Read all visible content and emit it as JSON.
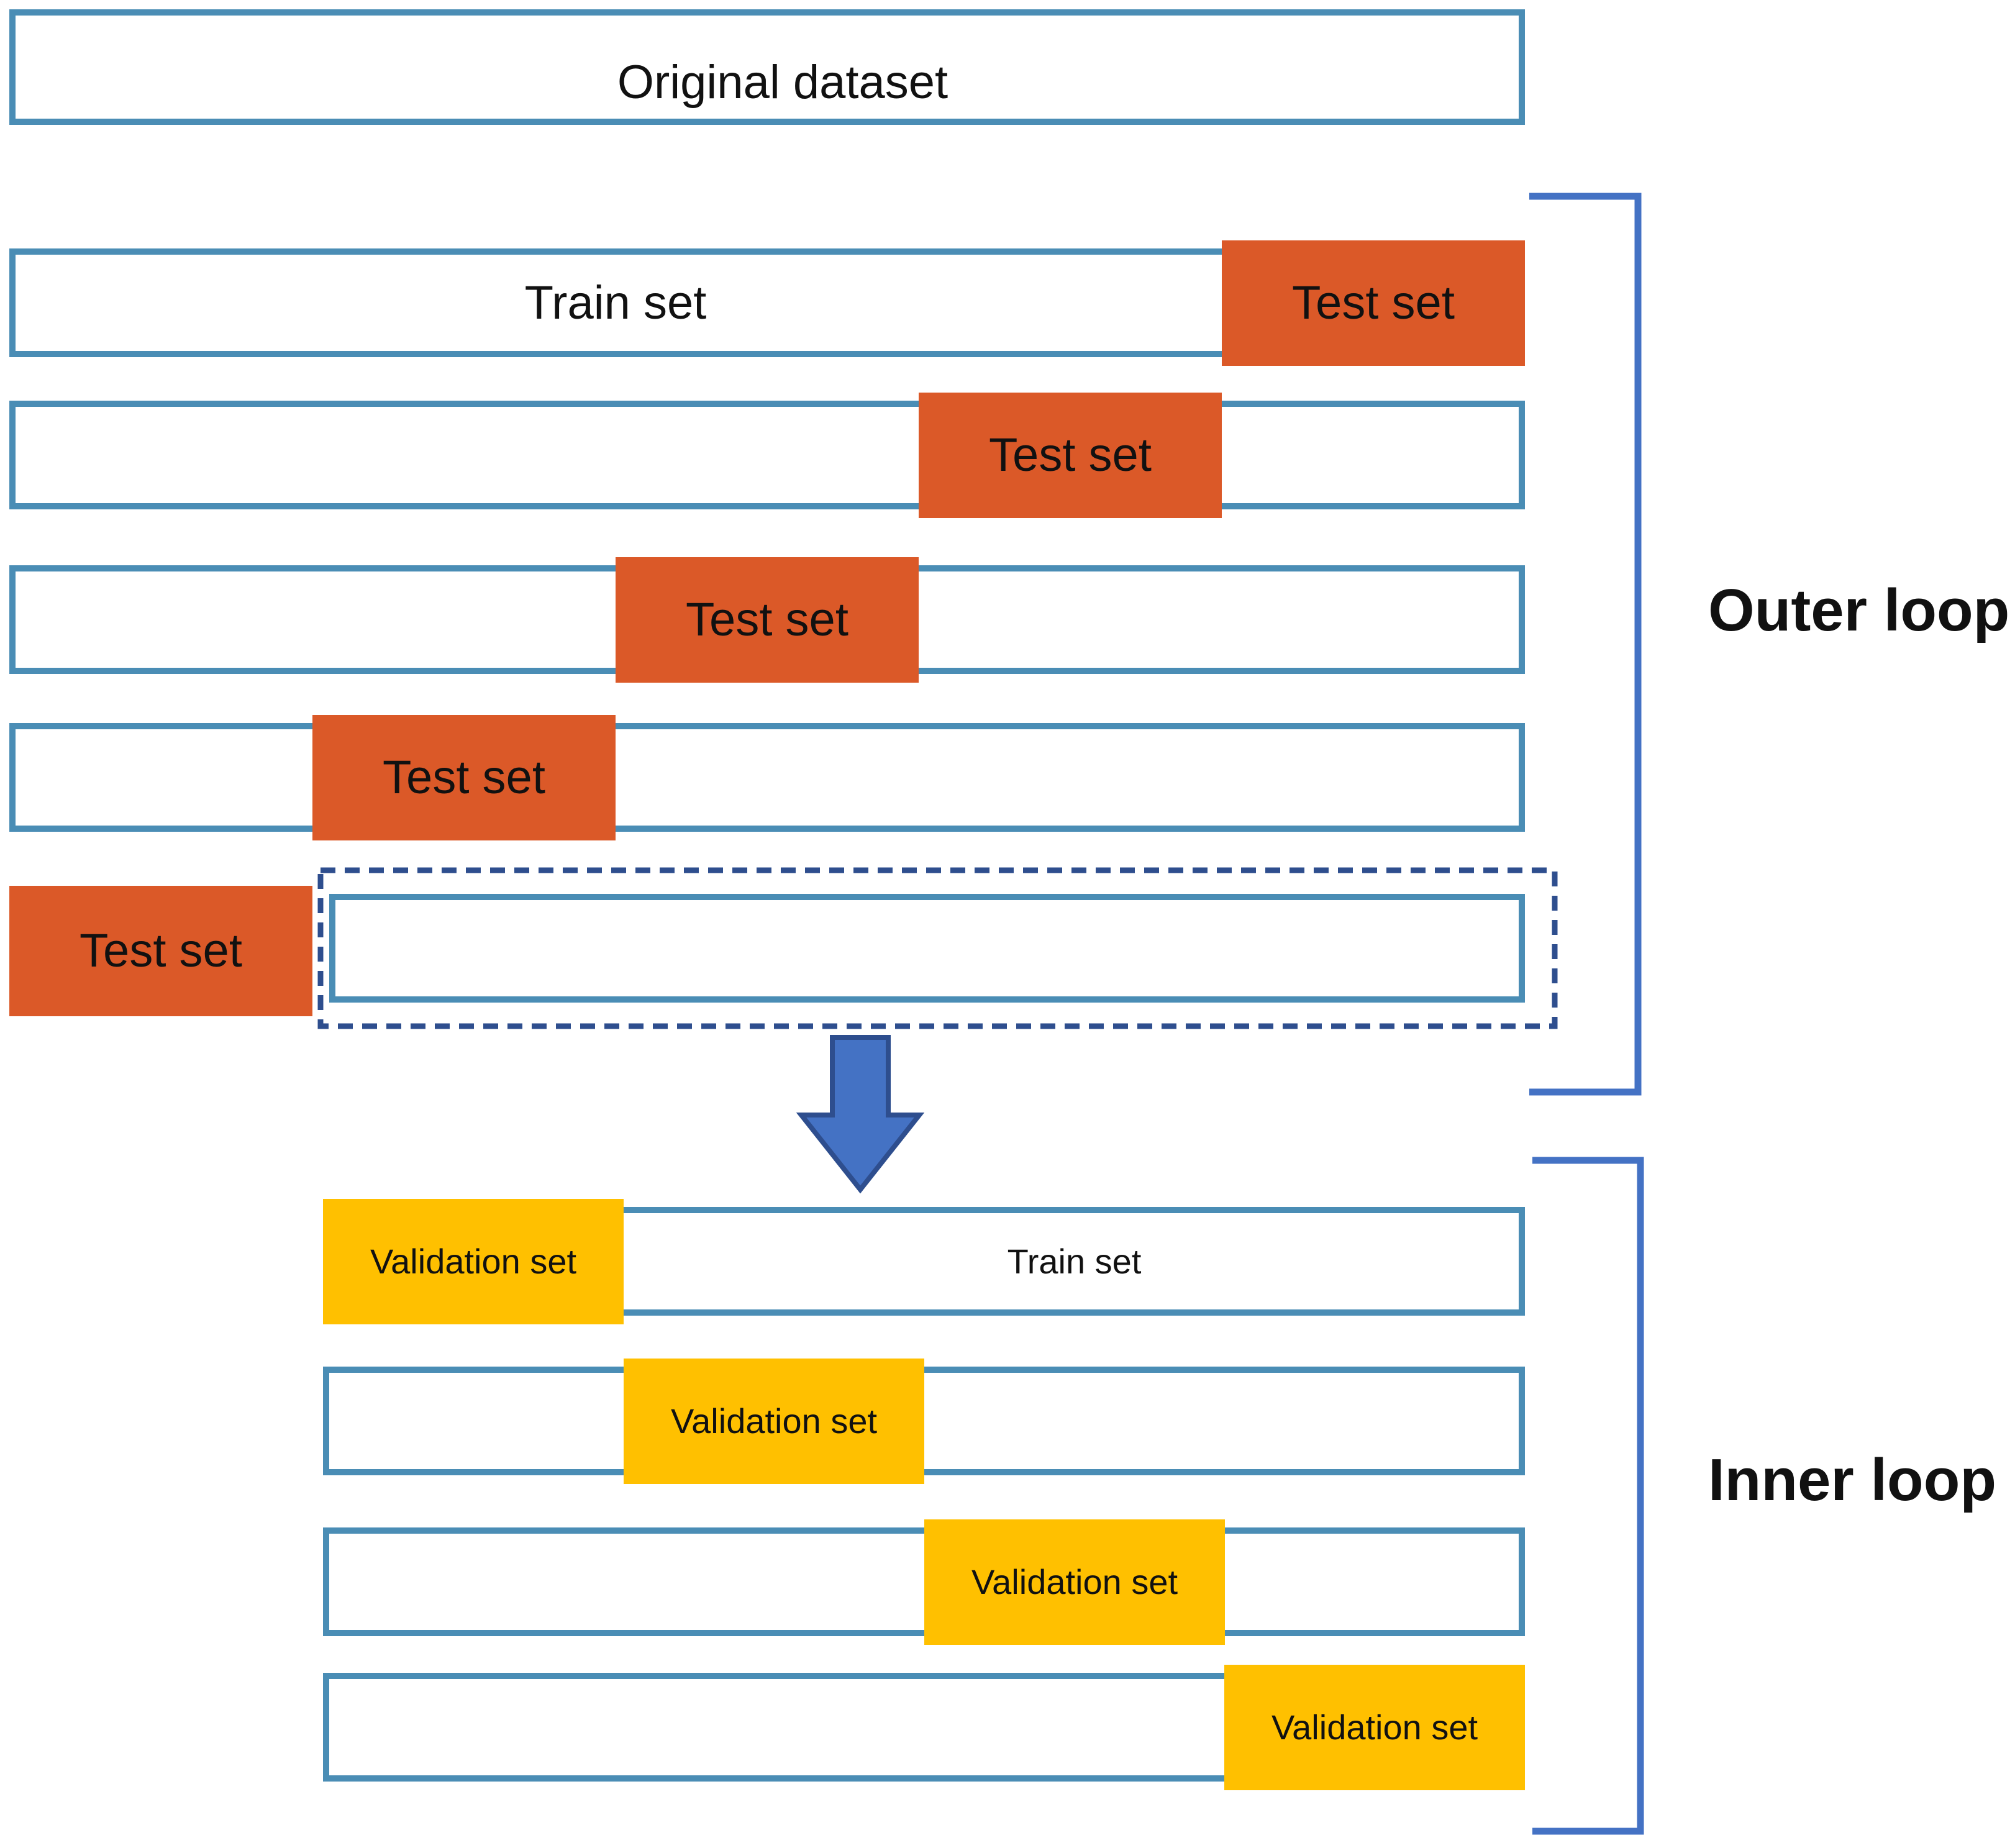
{
  "title_box": {
    "label": "Original dataset"
  },
  "outer_loop": {
    "bracket_label": "Outer loop",
    "rows": [
      {
        "train_label": "Train set",
        "test_label": "Test set",
        "test_fold": 4
      },
      {
        "test_label": "Test set",
        "test_fold": 3
      },
      {
        "test_label": "Test set",
        "test_fold": 2
      },
      {
        "test_label": "Test set",
        "test_fold": 1
      },
      {
        "test_label": "Test set",
        "test_fold": 0,
        "dashed_highlight": true
      }
    ]
  },
  "inner_loop": {
    "bracket_label": "Inner loop",
    "rows": [
      {
        "validation_label": "Validation set",
        "validation_fold": 0,
        "train_label": "Train set"
      },
      {
        "validation_label": "Validation set",
        "validation_fold": 1
      },
      {
        "validation_label": "Validation set",
        "validation_fold": 2
      },
      {
        "validation_label": "Validation set",
        "validation_fold": 3
      }
    ]
  },
  "arrow": {
    "direction": "down"
  },
  "colors": {
    "box_border_blue": "#4A8DB5",
    "test_orange": "#DB5928",
    "validation_gold": "#FFC000",
    "bracket_arrow_blue": "#4472C4",
    "dashed_navy": "#2E4E8E",
    "text": "#111111"
  }
}
